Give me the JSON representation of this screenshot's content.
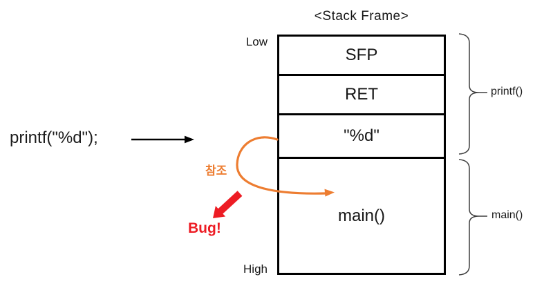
{
  "title": "<Stack Frame>",
  "code": {
    "statement": "printf(\"%d\");"
  },
  "stack": {
    "low_label": "Low",
    "high_label": "High",
    "cells": [
      {
        "label": "SFP"
      },
      {
        "label": "RET"
      },
      {
        "label": "\"%d\""
      },
      {
        "label": "main()"
      }
    ]
  },
  "frames": [
    {
      "label": "printf()"
    },
    {
      "label": "main()"
    }
  ],
  "annotations": {
    "reference_label": "참조",
    "bug_label": "Bug!"
  },
  "colors": {
    "orange": "#ED7D31",
    "red": "#ED1C24",
    "line": "#000000",
    "brace": "#3f3f3f"
  }
}
